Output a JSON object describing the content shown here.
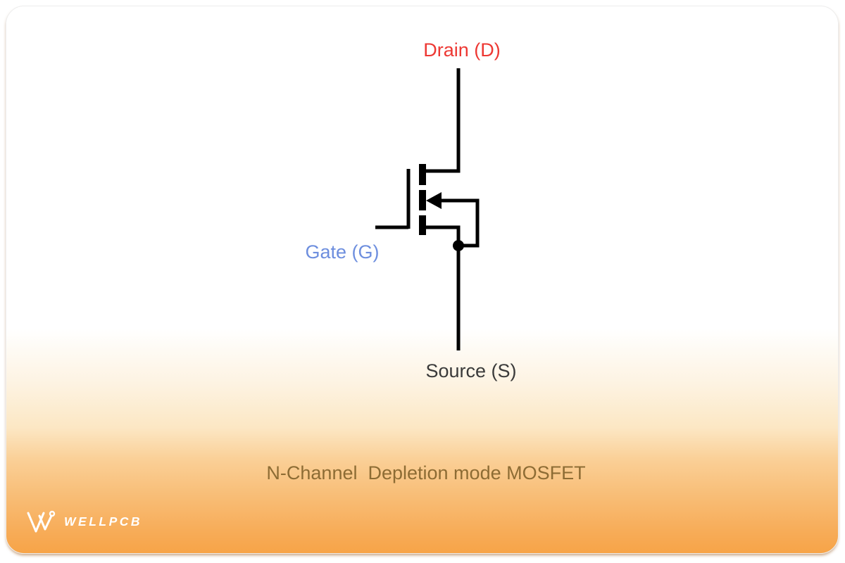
{
  "diagram": {
    "type": "n-channel-depletion-mosfet-schematic",
    "labels": {
      "drain": "Drain (D)",
      "gate": "Gate (G)",
      "source": "Source (S)"
    },
    "caption": "N-Channel  Depletion mode MOSFET",
    "colors": {
      "drain_label": "#ed3833",
      "gate_label": "#6d8ede",
      "source_label": "#3a3a3a",
      "caption": "#8d6c34",
      "symbol_stroke": "#000000",
      "gradient_bottom_orange": "#f7a448",
      "card_background_top": "#ffffff"
    }
  },
  "branding": {
    "logo_text": "WELLPCB"
  }
}
